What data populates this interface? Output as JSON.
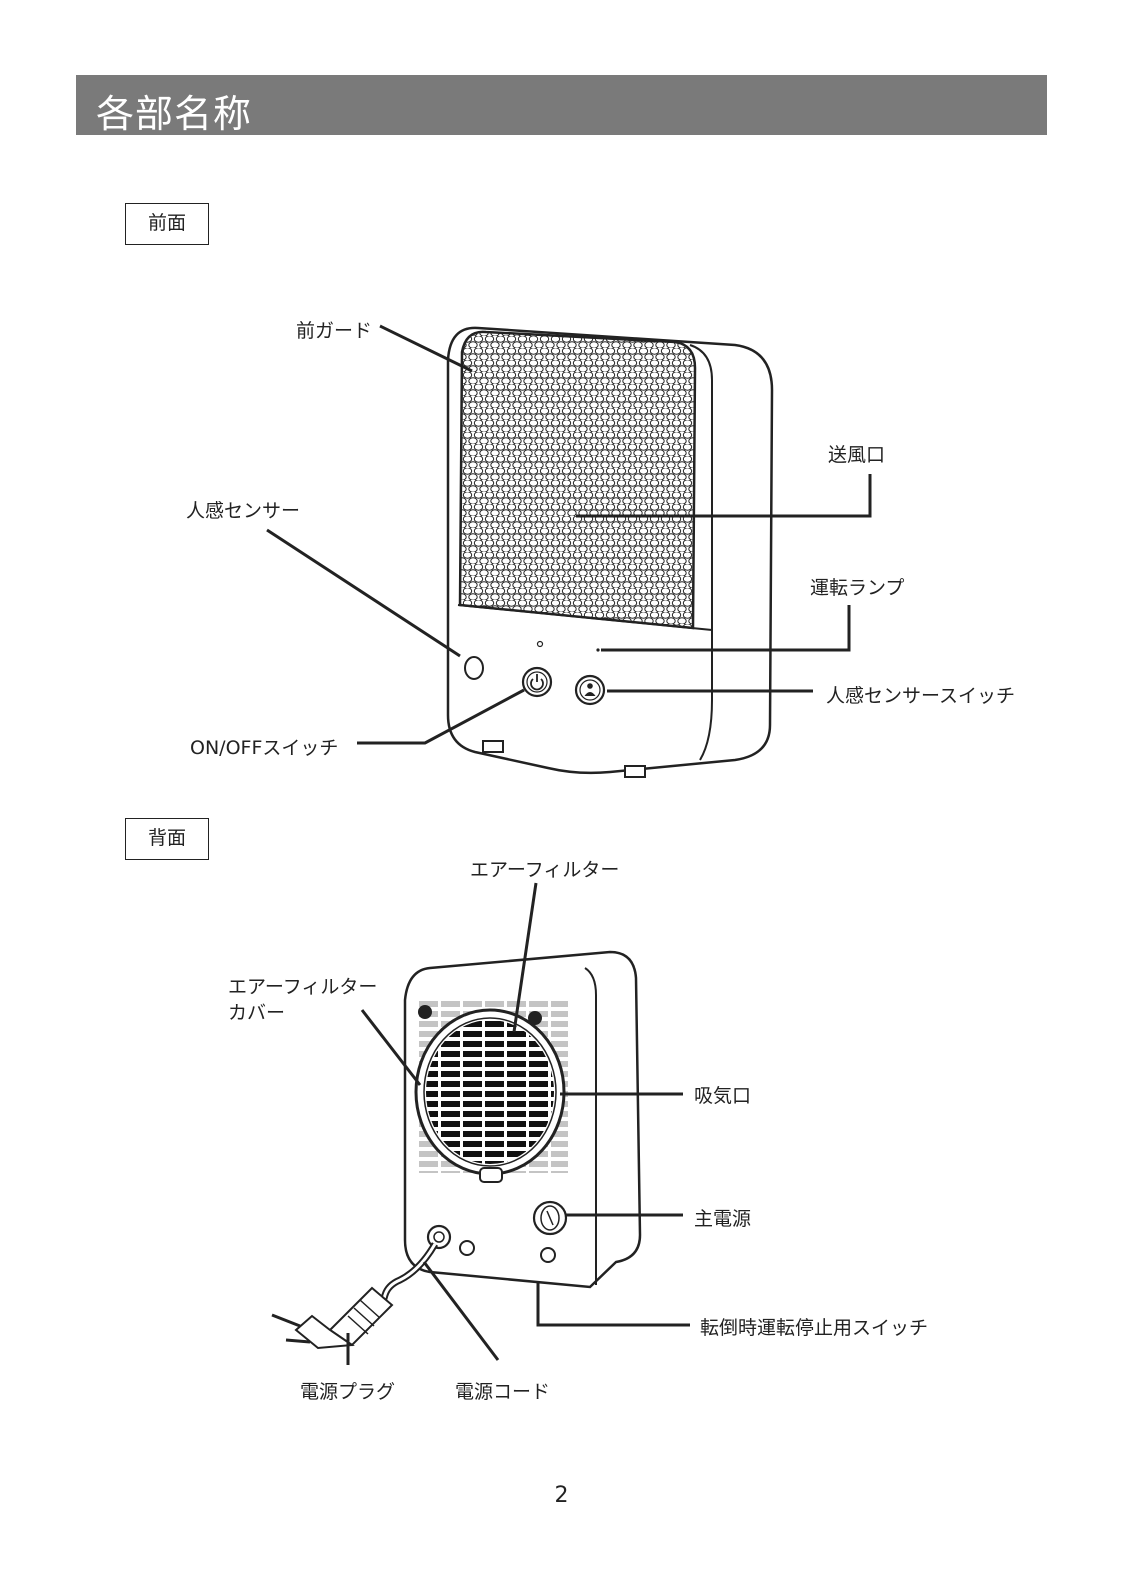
{
  "header": {
    "title": "各部名称"
  },
  "front": {
    "section_label": "前面",
    "labels": {
      "front_guard": "前ガード",
      "air_outlet": "送風口",
      "human_sensor": "人感センサー",
      "operation_lamp": "運転ランプ",
      "human_sensor_switch": "人感センサースイッチ",
      "on_off_switch": "ON/OFFスイッチ"
    }
  },
  "back": {
    "section_label": "背面",
    "labels": {
      "air_filter": "エアーフィルター",
      "air_filter_cover_line1": "エアーフィルター",
      "air_filter_cover_line2": "カバー",
      "air_intake": "吸気口",
      "main_power": "主電源",
      "tip_over_switch": "転倒時運転停止用スイッチ",
      "power_plug": "電源プラグ",
      "power_cord": "電源コード"
    }
  },
  "footer": {
    "page_number": "2"
  }
}
